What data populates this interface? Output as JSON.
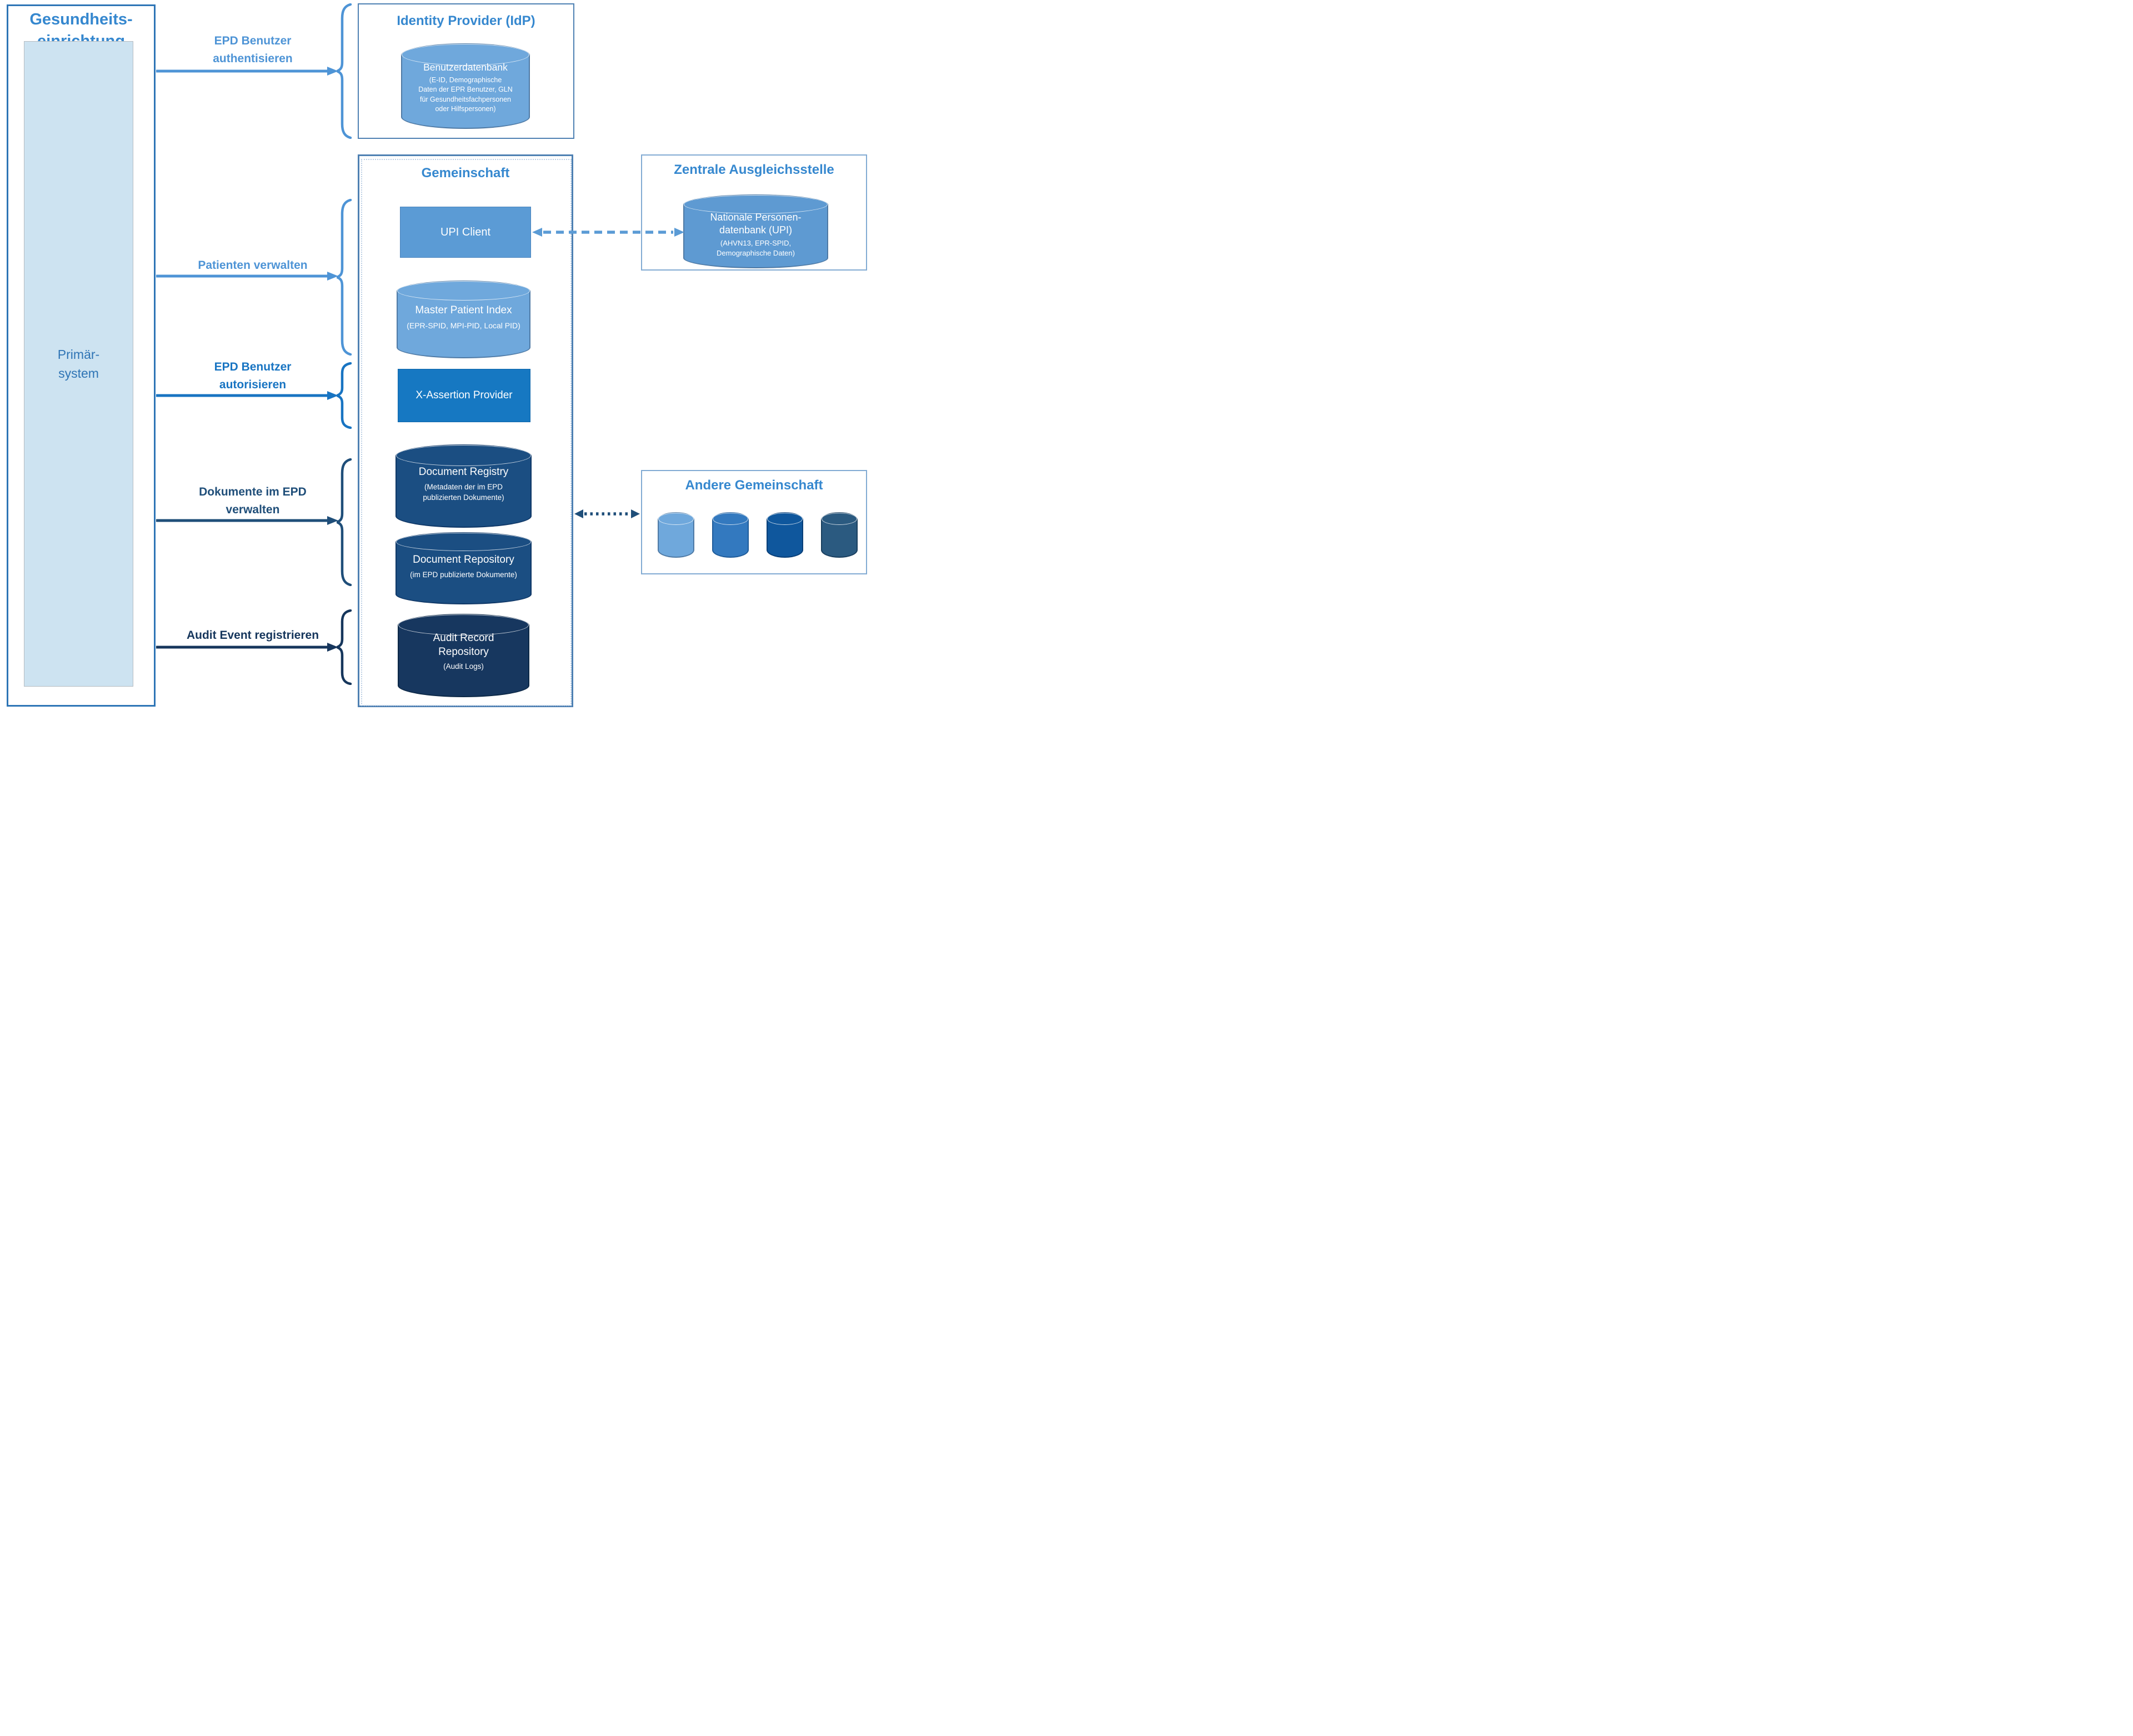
{
  "titles": {
    "left_box": "Gesundheits-\neinrichtung",
    "primary_system": "Primär-\nsystem",
    "idp": "Identity Provider (IdP)",
    "gemeinschaft": "Gemeinschaft",
    "zentrale": "Zentrale Ausgleichsstelle",
    "andere": "Andere Gemeinschaft"
  },
  "idp": {
    "db_title": "Benutzerdatenbank",
    "db_subtitle": "(E-ID, Demographische\nDaten der EPR Benutzer, GLN\nfür Gesundheitsfachpersonen\noder Hilfspersonen)"
  },
  "gemeinschaft": {
    "upi_client": "UPI Client",
    "mpi_title": "Master Patient Index",
    "mpi_subtitle": "(EPR-SPID, MPI-PID, Local PID)",
    "x_assertion": "X-Assertion Provider",
    "registry_title": "Document Registry",
    "registry_subtitle": "(Metadaten der im EPD\npublizierten Dokumente)",
    "repository_title": "Document Repository",
    "repository_subtitle": "(im EPD publizierte Dokumente)",
    "audit_title": "Audit Record\nRepository",
    "audit_subtitle": "(Audit Logs)"
  },
  "zentrale": {
    "db_title": "Nationale Personen-\ndatenbank (UPI)",
    "db_subtitle": "(AHVN13, EPR-SPID,\nDemographische Daten)"
  },
  "flows": {
    "authentisieren": "EPD Benutzer\nauthentisieren",
    "verwalten": "Patienten verwalten",
    "autorisieren": "EPD Benutzer\nautorisieren",
    "dokumente": "Dokumente im EPD\nverwalten",
    "audit": "Audit Event registrieren"
  },
  "palette": {
    "heading_blue": "#3688cf",
    "primary_label_blue": "#2e74b5",
    "light_flow_blue": "#4e94d6",
    "authorize_flow_blue": "#1874c2",
    "document_flow_navy": "#1f4e79",
    "audit_flow_navy": "#16365c",
    "cylinder_light_fill": "#6fa8dc",
    "upi_client_fill": "#5b9bd5",
    "x_assertion_fill": "#1678c2",
    "document_cylinder_fill": "#1b4e82",
    "audit_cylinder_fill": "#17375f",
    "andere_cylinder_fills": [
      "#6fa8dc",
      "#3379bf",
      "#0f579d",
      "#2b5a80"
    ],
    "left_box_border": "#2e75b6",
    "inner_box_fill": "#cde3f1",
    "outer_border_steel": "#4f81b3",
    "right_boxes_border": "#82abd3"
  }
}
